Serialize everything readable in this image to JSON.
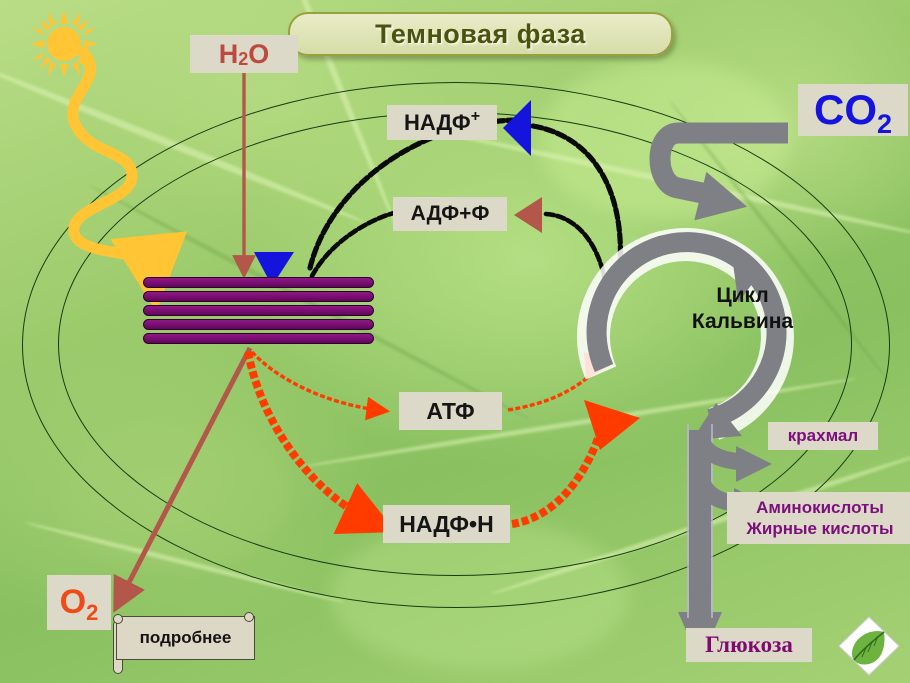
{
  "header": {
    "title": "Темновая фаза"
  },
  "labels": {
    "h2o": "H",
    "h2o_sub": "2",
    "h2o_tail": "O",
    "o2": "O",
    "o2_sub": "2",
    "co2": "CO",
    "co2_sub": "2",
    "nadp_plus": "НАДФ",
    "nadp_plus_sup": "+",
    "adp_f": "АДФ+Ф",
    "atp": "АТФ",
    "nadph": "НАДФ•Н",
    "calvin_line1": "Цикл",
    "calvin_line2": "Кальвина",
    "starch": "крахмал",
    "amino_line1": "Аминокислоты",
    "amino_line2": "Жирные кислоты",
    "glucose": "Глюкоза"
  },
  "buttons": {
    "more": "подробнее"
  },
  "icons": {
    "sun": "sun-icon",
    "leaf": "leaf-logo-icon",
    "light_ray": "light-ray-arrow",
    "grana": "thylakoid-stack"
  },
  "colors": {
    "title_text": "#4a5410",
    "title_border": "#9aa03f",
    "title_fill": "#dfe4b6",
    "label_box": "#ddd9c8",
    "h2o": "#bb4a3f",
    "o2": "#f04a18",
    "co2": "#1414dd",
    "purple_text": "#7b0f7b",
    "glucose": "#7d0a6e",
    "grana": "#7d0f74",
    "gray_arrow": "#7e8086",
    "red_arrow": "#ff3b00",
    "blue_arrow": "#1414dd",
    "brown_arrow": "#b3574a",
    "sun": "#ffc534",
    "leaf_bg": "#8cc63f"
  },
  "diagram": {
    "type": "photosynthesis-dark-phase",
    "flows": [
      {
        "from": "H2O",
        "to": "thylakoid",
        "color": "#b3574a"
      },
      {
        "from": "sun",
        "to": "thylakoid",
        "color": "#ffc534"
      },
      {
        "from": "thylakoid",
        "to": "O2",
        "color": "#b3574a"
      },
      {
        "from": "Calvin cycle",
        "to": "НАДФ+",
        "color": "#000000"
      },
      {
        "from": "Calvin cycle",
        "to": "АДФ+Ф",
        "color": "#7a3b32"
      },
      {
        "from": "thylakoid",
        "to": "АТФ",
        "color": "#ff3b00"
      },
      {
        "from": "АТФ",
        "to": "Calvin cycle",
        "color": "#ff3b00"
      },
      {
        "from": "thylakoid",
        "to": "НАДФ•Н",
        "color": "#ff3b00"
      },
      {
        "from": "НАДФ•Н",
        "to": "Calvin cycle",
        "color": "#ff3b00"
      },
      {
        "from": "CO2",
        "to": "Calvin cycle",
        "color": "#7e8086"
      },
      {
        "from": "Calvin cycle",
        "to": "Глюкоза",
        "color": "#7e8086"
      },
      {
        "from": "Calvin cycle",
        "to": "крахмал",
        "color": "#7e8086"
      },
      {
        "from": "Calvin cycle",
        "to": "Аминокислоты/Жирные кислоты",
        "color": "#7e8086"
      }
    ]
  }
}
